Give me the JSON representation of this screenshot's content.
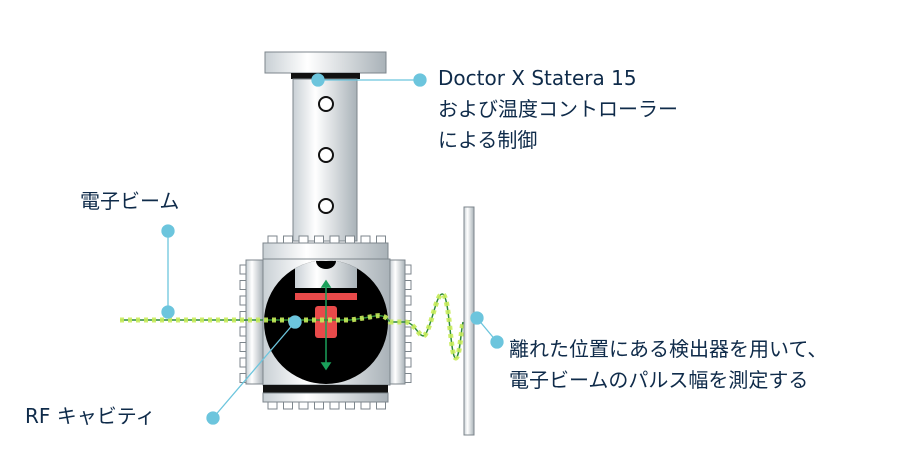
{
  "labels": {
    "controller": [
      "Doctor X Statera 15",
      "および温度コントローラー",
      "による制御"
    ],
    "electron_beam": "電子ビーム",
    "rf_cavity": "RF キャビティ",
    "detector": [
      "離れた位置にある検出器を用いて、",
      "電子ビームのパルス幅を測定する"
    ]
  },
  "colors": {
    "text": "#0f2b4a",
    "callout": "#6cc5dd",
    "red": "#e84a4a",
    "beam": "#9fd44a",
    "arrow": "#1aa05a"
  }
}
